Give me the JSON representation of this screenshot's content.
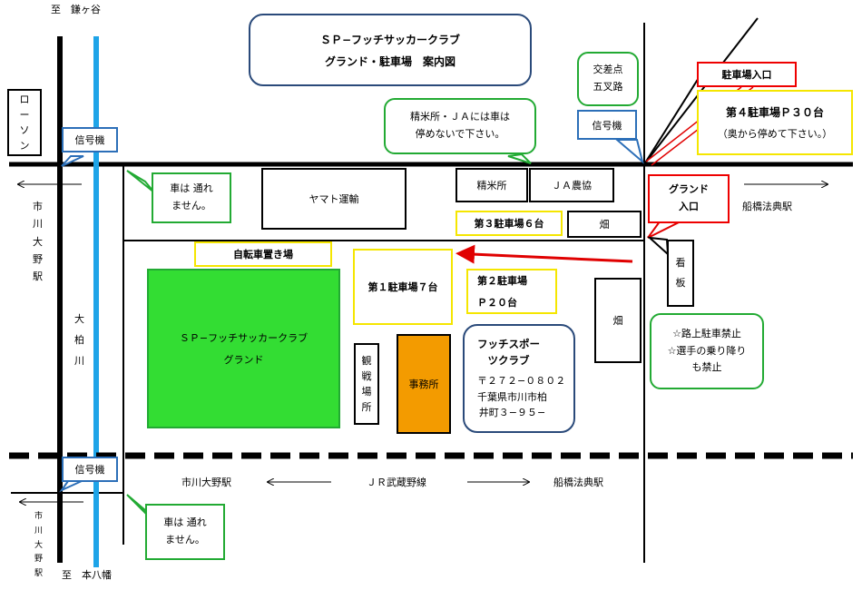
{
  "title": {
    "line1": "ＳＰ−フッチサッカークラブ",
    "line2": "グランド・駐車場　案内図"
  },
  "directions": {
    "north": "至　鎌ヶ谷",
    "south": "至　本八幡",
    "west_station_top": [
      "市",
      "川",
      "大",
      "野",
      "駅"
    ],
    "west_station_bottom": [
      "市",
      "川",
      "大",
      "野",
      "駅"
    ],
    "east_station_top": "船橋法典駅",
    "rail_west": "市川大野駅",
    "rail_line": "ＪＲ武蔵野線",
    "rail_east": "船橋法典駅"
  },
  "river": {
    "label": [
      "大",
      "柏",
      "川"
    ]
  },
  "shops": {
    "lawson": [
      "ロ",
      "ー",
      "ソ",
      "ン"
    ],
    "yamato": "ヤマト運輸",
    "seimai": "精米所",
    "ja": "ＪＡ農協",
    "hatake_top": "畑",
    "hatake_right": "畑",
    "signboard": [
      "看",
      "板"
    ]
  },
  "signals": {
    "top_left": "信号機",
    "top_right": "信号機",
    "bottom_left": "信号機"
  },
  "intersection": {
    "label": "交差点\n五叉路"
  },
  "notes": {
    "no_cars_top": "車は 通れ\nません。",
    "no_cars_bottom": "車は 通れ\nません。",
    "seimai_note": "精米所・ＪＡには車は\n停めないで下さい。",
    "parking_rules": "☆路上駐車禁止\n☆選手の乗り降り\nも禁止"
  },
  "parking": {
    "entrance": "駐車場入口",
    "lot4": "第４駐車場Ｐ３０台",
    "lot4_note": "（奥から停めて下さい。）",
    "lot3": "第３駐車場６台",
    "lot1": "第１駐車場７台",
    "lot2_line1": "第２駐車場",
    "lot2_line2": "Ｐ２０台",
    "bicycle": "自転車置き場"
  },
  "ground": {
    "entrance": "グランド\n入口",
    "name_line1": "ＳＰ−フッチサッカークラブ",
    "name_line2": "グランド",
    "stand": [
      "観",
      "戦",
      "場",
      "所"
    ],
    "office": "事務所"
  },
  "club": {
    "name": "フッチスポー\nツクラブ",
    "postal": "〒２７２−０８０２",
    "address": "千葉県市川市柏\n井町３−９５−"
  },
  "colors": {
    "river": "#1ea4e8",
    "ground": "#33dd33",
    "office": "#f39b00",
    "red": "#e00000",
    "yellow": "#f5e600",
    "green_box": "#22aa33",
    "blue_box": "#2c6fb8"
  }
}
